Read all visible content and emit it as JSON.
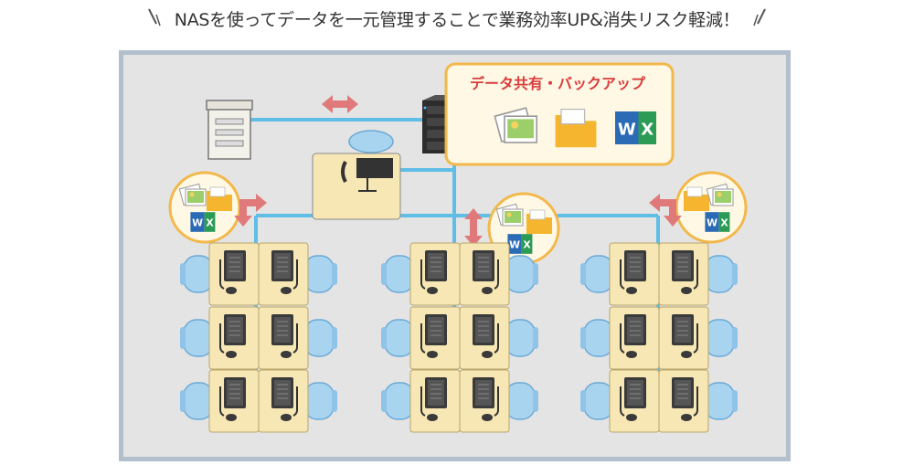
{
  "header": {
    "title": "NASを使ってデータを一元管理することで業務効率UP&消失リスク軽減！"
  },
  "nas_panel": {
    "label": "データ共有・バックアップ",
    "file_icons": [
      "image-file-icon",
      "folder-icon",
      "word-excel-icon"
    ]
  },
  "colors": {
    "network_line": "#5fbde6",
    "arrow": "#e07a7a",
    "panel_border": "#f2b84b",
    "panel_bg": "#fff8e4",
    "room_bg": "#e4e4e4",
    "room_border": "#b3bfcc",
    "desk": "#f7e7b4",
    "chair": "#a9d4ef"
  },
  "devices": [
    "copier-icon",
    "nas-server-icon",
    "phone-fax-icon"
  ],
  "desk_groups": [
    {
      "name": "left",
      "rows": 3,
      "seats_per_row": 2
    },
    {
      "name": "center",
      "rows": 3,
      "seats_per_row": 2
    },
    {
      "name": "right",
      "rows": 3,
      "seats_per_row": 2
    }
  ]
}
